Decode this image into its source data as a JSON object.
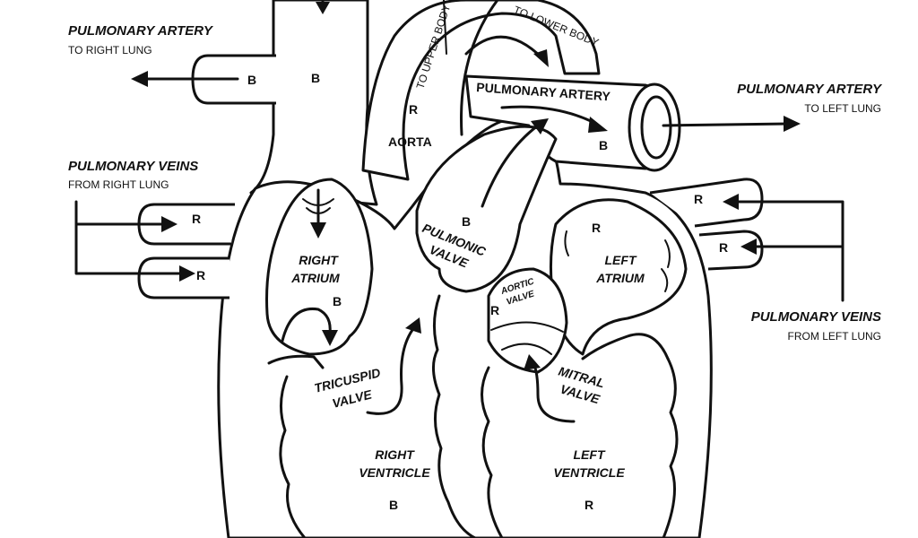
{
  "labels": {
    "pa_right_title": "PULMONARY ARTERY",
    "pa_right_sub": "TO RIGHT LUNG",
    "pa_left_title": "PULMONARY ARTERY",
    "pa_left_sub": "TO LEFT LUNG",
    "pv_right_title": "PULMONARY VEINS",
    "pv_right_sub": "FROM RIGHT LUNG",
    "pv_left_title": "PULMONARY VEINS",
    "pv_left_sub": "FROM LEFT LUNG",
    "to_upper_body": "TO UPPER BODY",
    "to_lower_body": "TO LOWER BODY",
    "pulmonary_artery_trunk": "PULMONARY ARTERY",
    "aorta": "AORTA",
    "right_atrium_1": "RIGHT",
    "right_atrium_2": "ATRIUM",
    "left_atrium_1": "LEFT",
    "left_atrium_2": "ATRIUM",
    "pulmonic_valve_1": "PULMONIC",
    "pulmonic_valve_2": "VALVE",
    "aortic_valve_1": "AORTIC",
    "aortic_valve_2": "VALVE",
    "tricuspid_valve_1": "TRICUSPID",
    "tricuspid_valve_2": "VALVE",
    "mitral_valve_1": "MITRAL",
    "mitral_valve_2": "VALVE",
    "right_ventricle_1": "RIGHT",
    "right_ventricle_2": "VENTRICLE",
    "left_ventricle_1": "LEFT",
    "left_ventricle_2": "VENTRICLE"
  },
  "blood_markers": {
    "blue": "B",
    "red": "R"
  },
  "colors": {
    "ink": "#111111",
    "background": "#ffffff"
  }
}
